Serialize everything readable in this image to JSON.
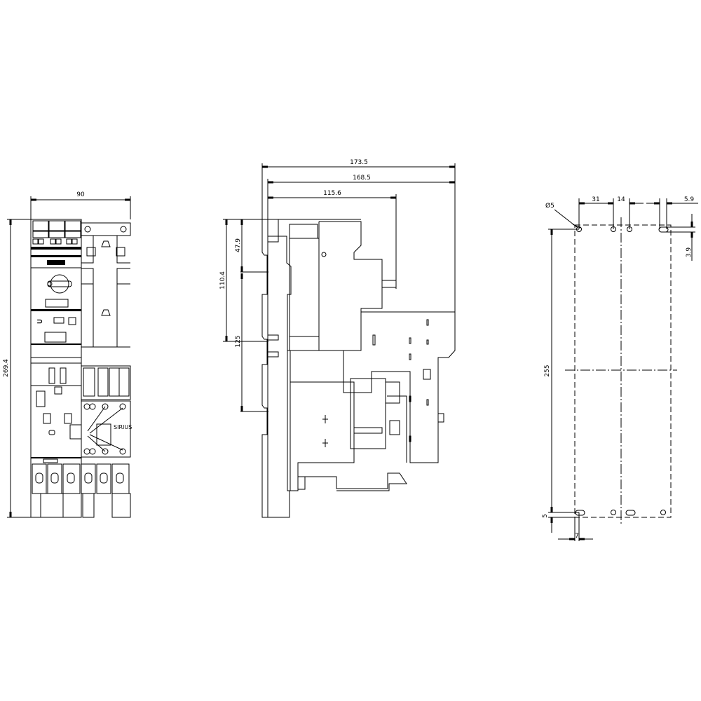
{
  "drawing": {
    "front_view": {
      "width_dim": "90",
      "height_dim": "269.4",
      "brand_label": "SIRIUS"
    },
    "side_view": {
      "depth_dims": [
        "173.5",
        "168.5",
        "115.6"
      ],
      "height_dims": [
        "110.4",
        "47.9",
        "125"
      ]
    },
    "mounting_holes": {
      "hole_diameter": "Ø5",
      "spacing_31": "31",
      "spacing_14": "14",
      "offset_5_9": "5.9",
      "offset_3_9": "3.9",
      "vertical_spacing": "255",
      "bottom_offset_5": "5",
      "bottom_offset_7": "7"
    }
  }
}
